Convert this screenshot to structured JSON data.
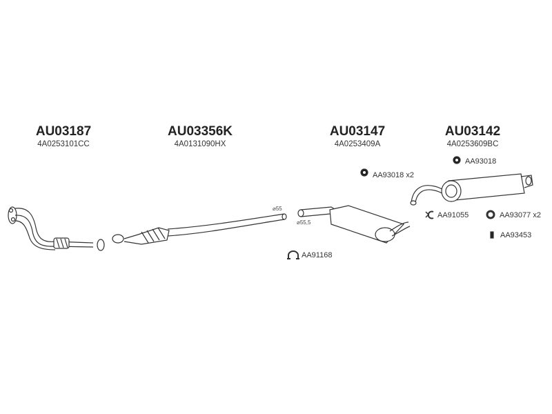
{
  "parts": [
    {
      "code": "AU03187",
      "oem": "4A0253101CC"
    },
    {
      "code": "AU03356K",
      "oem": "4A0131090HX"
    },
    {
      "code": "AU03147",
      "oem": "4A0253409A"
    },
    {
      "code": "AU03142",
      "oem": "4A0253609BC"
    }
  ],
  "accessories": [
    {
      "label": "AA93018 x2",
      "icon": "rubber-mount-icon"
    },
    {
      "label": "AA93018",
      "icon": "rubber-mount-icon"
    },
    {
      "label": "AA91055",
      "icon": "clamp-icon"
    },
    {
      "label": "AA93077 x2",
      "icon": "ring-gasket-icon"
    },
    {
      "label": "AA93453",
      "icon": "hanger-icon"
    },
    {
      "label": "AA91168",
      "icon": "u-clamp-icon"
    }
  ],
  "dimensions": {
    "d1": "⌀55",
    "d2": "⌀55,5"
  }
}
